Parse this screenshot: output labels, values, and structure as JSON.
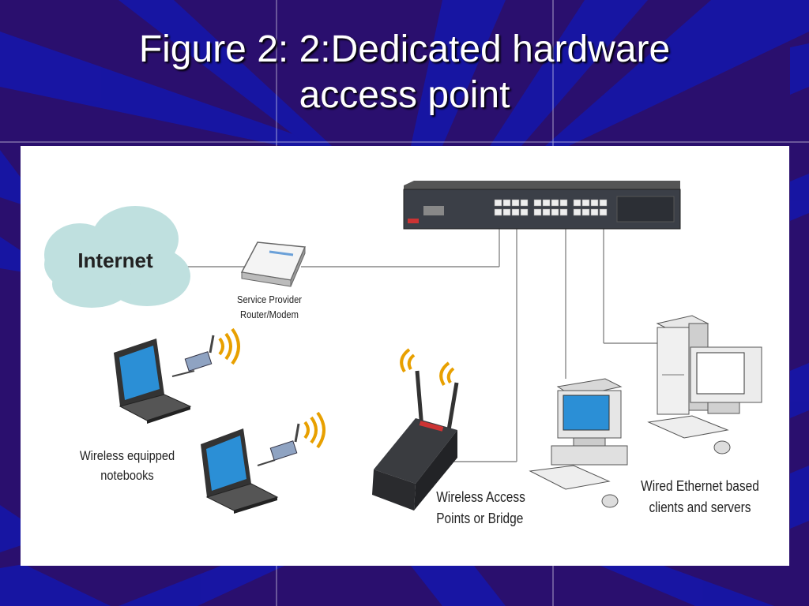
{
  "slide": {
    "title_line1": "Figure 2: 2:Dedicated hardware",
    "title_line2": "access point",
    "background_color": "#2a0f6e",
    "stripe_color": "#1a1aa8"
  },
  "diagram": {
    "internet_label": "Internet",
    "router_label_line1": "Service Provider",
    "router_label_line2": "Router/Modem",
    "notebooks_label_line1": "Wireless equipped",
    "notebooks_label_line2": "notebooks",
    "ap_label_line1": "Wireless Access",
    "ap_label_line2": "Points or Bridge",
    "wired_label_line1": "Wired Ethernet based",
    "wired_label_line2": "clients and servers",
    "cloud_color": "#bfe0df",
    "wifi_wave_color": "#e8a000",
    "screen_color": "#2b8fd6",
    "icons": [
      "cloud-icon",
      "router-icon",
      "switch-icon",
      "laptop-icon",
      "wireless-card-icon",
      "access-point-icon",
      "desktop-computer-icon",
      "server-icon",
      "keyboard-icon",
      "mouse-icon"
    ]
  }
}
